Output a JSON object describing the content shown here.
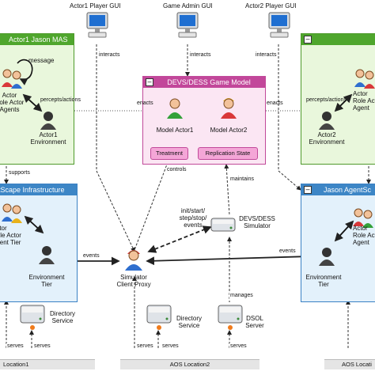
{
  "guis": {
    "actor1": "Actor1 Player GUI",
    "admin": "Game Admin GUI",
    "actor2": "Actor2 Player GUI"
  },
  "edges": {
    "interacts": "interacts",
    "enacts": "enacts",
    "controls": "controls",
    "maintains": "maintains",
    "supports": "supports",
    "events": "events",
    "manages": "manages",
    "serves": "serves",
    "percepts": "percepts/actions",
    "message": "message",
    "init": "init/start/\nstep/stop/\nevents"
  },
  "left_top": {
    "title": "Actor1 Jason MAS",
    "agents": "Actor\nRole Actor\nAgents",
    "env": "Actor1\nEnvironment"
  },
  "right_top": {
    "agents": "Actor\nRole Actor\nAgent",
    "env": "Actor2\nEnvironment"
  },
  "left_mid": {
    "title": "AgentScape Infrastructure",
    "agents": "Actor\nRole Actor\nAgent Tier",
    "env": "Environment\nTier"
  },
  "right_mid": {
    "title": "Jason AgentSc",
    "agents": "Actor\nRole Actor\nAgent",
    "env": "Environment\nTier"
  },
  "model": {
    "title": "DEVS/DESS Game Model",
    "actor1": "Model Actor1",
    "actor2": "Model Actor2",
    "treatment": "Treatment",
    "replication": "Replication State"
  },
  "simulator": "DEVS/DESS\nSimulator",
  "proxy": "Simulator\nClient Proxy",
  "directory": "Directory\nService",
  "dsol": "DSOL\nServer",
  "locations": {
    "loc1": "Location1",
    "loc2": "AOS Location2",
    "loc3": "AOS Locati"
  },
  "colors": {
    "green": "#4fa62d",
    "blue": "#3d86c6",
    "pink": "#c2479a"
  }
}
